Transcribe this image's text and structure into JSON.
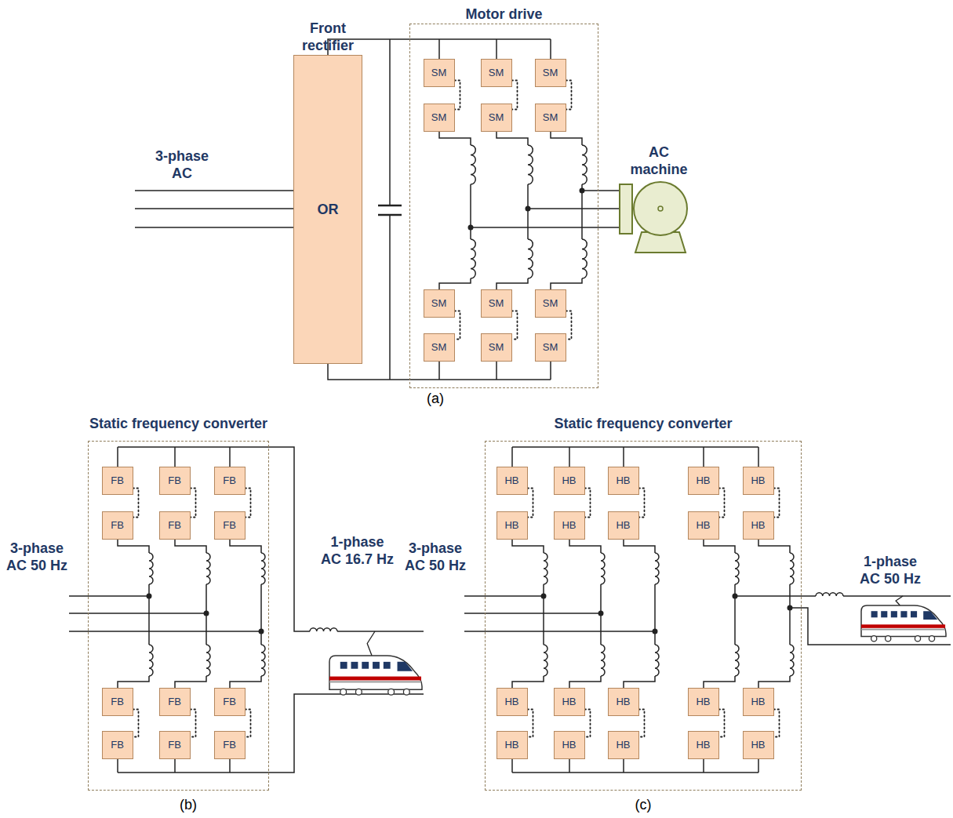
{
  "diagram": {
    "nodes": [
      {
        "text": [
          "Front rectifier",
          "OR"
        ]
      },
      {
        "text": [
          "Motor drive"
        ]
      },
      {
        "text": [
          "SM"
        ],
        "in": 1
      },
      {
        "text": [
          "SM"
        ],
        "in": 1
      },
      {
        "text": [
          "SM"
        ],
        "in": 1
      },
      {
        "text": [
          "SM"
        ],
        "in": 1
      },
      {
        "text": [
          "SM"
        ],
        "in": 1
      },
      {
        "text": [
          "SM"
        ],
        "in": 1
      },
      {
        "text": [
          "SM"
        ],
        "in": 1
      },
      {
        "text": [
          "SM"
        ],
        "in": 1
      },
      {
        "text": [
          "SM"
        ],
        "in": 1
      },
      {
        "text": [
          "SM"
        ],
        "in": 1
      },
      {
        "text": [
          "SM"
        ],
        "in": 1
      },
      {
        "text": [
          "SM"
        ],
        "in": 1
      },
      {
        "text": [
          "Static frequency converter"
        ]
      },
      {
        "text": [
          "FB"
        ],
        "in": 14
      },
      {
        "text": [
          "FB"
        ],
        "in": 14
      },
      {
        "text": [
          "FB"
        ],
        "in": 14
      },
      {
        "text": [
          "FB"
        ],
        "in": 14
      },
      {
        "text": [
          "FB"
        ],
        "in": 14
      },
      {
        "text": [
          "FB"
        ],
        "in": 14
      },
      {
        "text": [
          "FB"
        ],
        "in": 14
      },
      {
        "text": [
          "FB"
        ],
        "in": 14
      },
      {
        "text": [
          "FB"
        ],
        "in": 14
      },
      {
        "text": [
          "FB"
        ],
        "in": 14
      },
      {
        "text": [
          "FB"
        ],
        "in": 14
      },
      {
        "text": [
          "FB"
        ],
        "in": 14
      },
      {
        "text": [
          "Static frequency converter"
        ]
      },
      {
        "text": [
          "HB"
        ],
        "in": 27
      },
      {
        "text": [
          "HB"
        ],
        "in": 27
      },
      {
        "text": [
          "HB"
        ],
        "in": 27
      },
      {
        "text": [
          "HB"
        ],
        "in": 27
      },
      {
        "text": [
          "HB"
        ],
        "in": 27
      },
      {
        "text": [
          "HB"
        ],
        "in": 27
      },
      {
        "text": [
          "HB"
        ],
        "in": 27
      },
      {
        "text": [
          "HB"
        ],
        "in": 27
      },
      {
        "text": [
          "HB"
        ],
        "in": 27
      },
      {
        "text": [
          "HB"
        ],
        "in": 27
      },
      {
        "text": [
          "HB"
        ],
        "in": 27
      },
      {
        "text": [
          "HB"
        ],
        "in": 27
      },
      {
        "text": [
          "HB"
        ],
        "in": 27
      },
      {
        "text": [
          "HB"
        ],
        "in": 27
      },
      {
        "text": [
          "HB"
        ],
        "in": 27
      },
      {
        "text": [
          "HB"
        ],
        "in": 27
      },
      {
        "text": [
          "HB"
        ],
        "in": 27
      },
      {
        "text": [
          "HB"
        ],
        "in": 27
      },
      {
        "text": [
          "HB"
        ],
        "in": 27
      },
      {
        "text": [
          "HB"
        ],
        "in": 27
      }
    ],
    "edges": [
      {
        "from": 2,
        "to": 5,
        "arrow": "none"
      },
      {
        "from": 3,
        "to": 6,
        "arrow": "none"
      },
      {
        "from": 4,
        "to": 7,
        "arrow": "none"
      },
      {
        "from": 8,
        "to": 11,
        "arrow": "none"
      },
      {
        "from": 9,
        "to": 12,
        "arrow": "none"
      },
      {
        "from": 10,
        "to": 13,
        "arrow": "none"
      },
      {
        "from": 15,
        "to": 18,
        "arrow": "none"
      },
      {
        "from": 16,
        "to": 19,
        "arrow": "none"
      },
      {
        "from": 17,
        "to": 20,
        "arrow": "none"
      },
      {
        "from": 21,
        "to": 24,
        "arrow": "none"
      },
      {
        "from": 22,
        "to": 25,
        "arrow": "none"
      },
      {
        "from": 23,
        "to": 26,
        "arrow": "none"
      },
      {
        "from": 28,
        "to": 33,
        "arrow": "none"
      },
      {
        "from": 29,
        "to": 34,
        "arrow": "none"
      },
      {
        "from": 30,
        "to": 35,
        "arrow": "none"
      },
      {
        "from": 31,
        "to": 36,
        "arrow": "none"
      },
      {
        "from": 32,
        "to": 37,
        "arrow": "none"
      },
      {
        "from": 38,
        "to": 43,
        "arrow": "none"
      },
      {
        "from": 39,
        "to": 44,
        "arrow": "none"
      },
      {
        "from": 40,
        "to": 45,
        "arrow": "none"
      },
      {
        "from": 41,
        "to": 46,
        "arrow": "none"
      },
      {
        "from": 42,
        "to": 47,
        "arrow": "none"
      }
    ],
    "labels": [
      "3-phase AC",
      "AC machine",
      "(a)",
      "3-phase AC 50 Hz",
      "1-phase AC 16.7 Hz",
      "(b)",
      "3-phase AC 50 Hz",
      "1-phase AC 50 Hz",
      "(c)"
    ]
  }
}
